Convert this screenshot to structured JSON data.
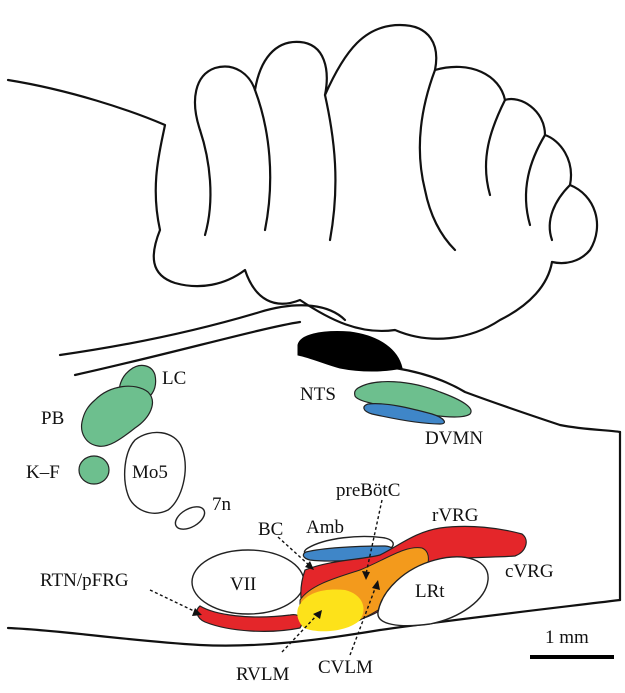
{
  "labels": {
    "lc": "LC",
    "pb": "PB",
    "kf": "K–F",
    "mo5": "Mo5",
    "n7": "7n",
    "nts": "NTS",
    "dvmn": "DVMN",
    "prebotc": "preBötC",
    "rvrg": "rVRG",
    "bc": "BC",
    "amb": "Amb",
    "cvrg": "cVRG",
    "rtn": "RTN/pFRG",
    "vii": "VII",
    "lrt": "LRt",
    "rvlm": "RVLM",
    "cvlm": "CVLM",
    "scale": "1 mm"
  },
  "colors": {
    "green": "#6dbf8e",
    "blue": "#3f86c8",
    "red": "#e4262a",
    "orange": "#f39a1c",
    "yellow": "#fde21a",
    "black": "#000000"
  }
}
